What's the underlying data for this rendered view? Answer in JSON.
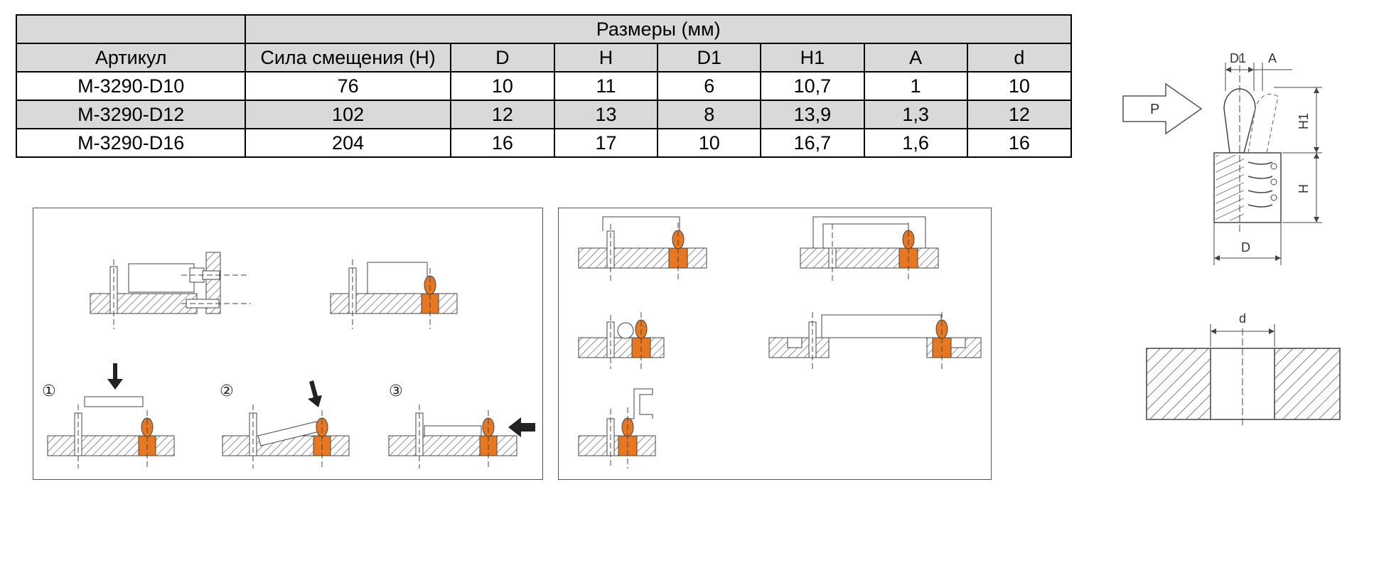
{
  "table": {
    "group_header": "Размеры (мм)",
    "columns": [
      "Артикул",
      "Сила смещения (Н)",
      "D",
      "H",
      "D1",
      "H1",
      "A",
      "d"
    ],
    "rows": [
      [
        "M-3290-D10",
        "76",
        "10",
        "11",
        "6",
        "10,7",
        "1",
        "10"
      ],
      [
        "M-3290-D12",
        "102",
        "12",
        "13",
        "8",
        "13,9",
        "1,3",
        "12"
      ],
      [
        "M-3290-D16",
        "204",
        "16",
        "17",
        "10",
        "16,7",
        "1,6",
        "16"
      ]
    ]
  },
  "steps": {
    "step1": "①",
    "step2": "②",
    "step3": "③"
  },
  "drawing": {
    "force_label": "P",
    "dim_d1": "D1",
    "dim_a": "A",
    "dim_h1": "H1",
    "dim_h": "H",
    "dim_d_outer": "D",
    "dim_d_hole": "d"
  },
  "colors": {
    "plunger_orange": "#e87722",
    "hatch": "#555555"
  }
}
